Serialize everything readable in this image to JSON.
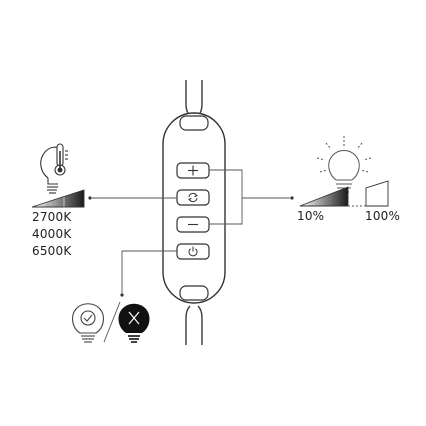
{
  "temperature_options": [
    "2700K",
    "4000K",
    "6500K"
  ],
  "brightness_range": {
    "min_label": "10%",
    "max_label": "100%"
  },
  "controller": {
    "buttons": [
      {
        "icon": "plus-icon",
        "function": "increase brightness"
      },
      {
        "icon": "cycle-icon",
        "function": "change color temperature"
      },
      {
        "icon": "minus-icon",
        "function": "decrease brightness"
      },
      {
        "icon": "power-icon",
        "function": "on/off"
      }
    ]
  },
  "icons": [
    "thermometer-bulb-icon",
    "temperature-gradient-icon",
    "bright-bulb-icon",
    "brightness-ramp-icon",
    "bulb-on-icon",
    "bulb-off-icon"
  ],
  "colors": {
    "line": "#3a3a3a",
    "off_bulb": "#111111",
    "gradient_dark": "#1a1a1a"
  }
}
